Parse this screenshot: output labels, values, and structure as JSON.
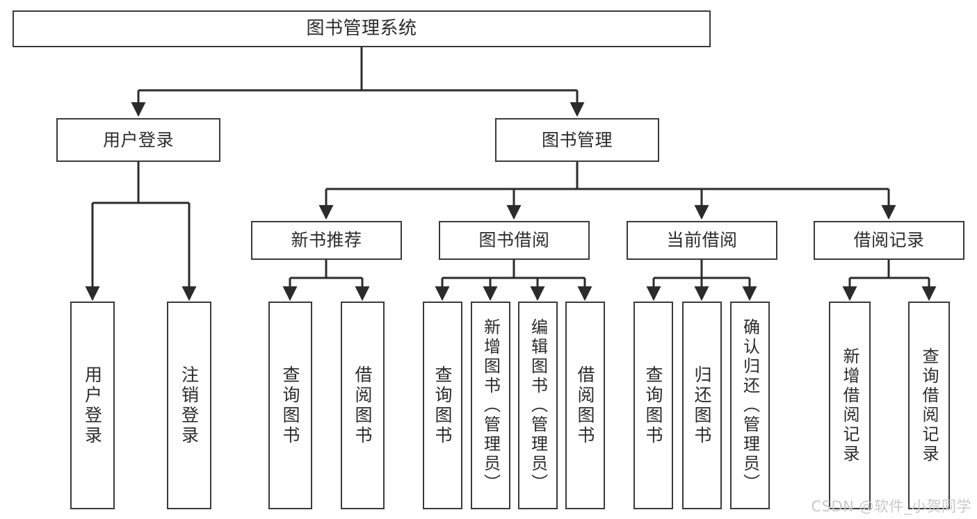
{
  "diagram": {
    "type": "tree-hierarchy-chart",
    "title": "图书管理系统",
    "colors": {
      "box_stroke": "#3a3a3a",
      "box_fill": "#ffffff",
      "connector": "#2b2b2b",
      "text": "#2b2b2b",
      "watermark": "#c9c9c9",
      "background": "#ffffff"
    },
    "root": {
      "label": "图书管理系统"
    },
    "level2": [
      {
        "label": "用户登录"
      },
      {
        "label": "图书管理"
      }
    ],
    "level3": [
      {
        "label": "新书推荐"
      },
      {
        "label": "图书借阅"
      },
      {
        "label": "当前借阅"
      },
      {
        "label": "借阅记录"
      }
    ],
    "leaves": {
      "user_login": [
        {
          "label": "用户登录"
        },
        {
          "label": "注销登录"
        }
      ],
      "new_book_recommend": [
        {
          "label": "查询图书"
        },
        {
          "label": "借阅图书"
        }
      ],
      "book_borrow": [
        {
          "label": "查询图书"
        },
        {
          "label": "新增图书（管理员）"
        },
        {
          "label": "编辑图书（管理员）"
        },
        {
          "label": "借阅图书"
        }
      ],
      "current_borrow": [
        {
          "label": "查询图书"
        },
        {
          "label": "归还图书"
        },
        {
          "label": "确认归还（管理员）"
        }
      ],
      "borrow_records": [
        {
          "label": "新增借阅记录"
        },
        {
          "label": "查询借阅记录"
        }
      ]
    }
  },
  "watermark": {
    "text": "CSDN @软件_小贺同学"
  }
}
